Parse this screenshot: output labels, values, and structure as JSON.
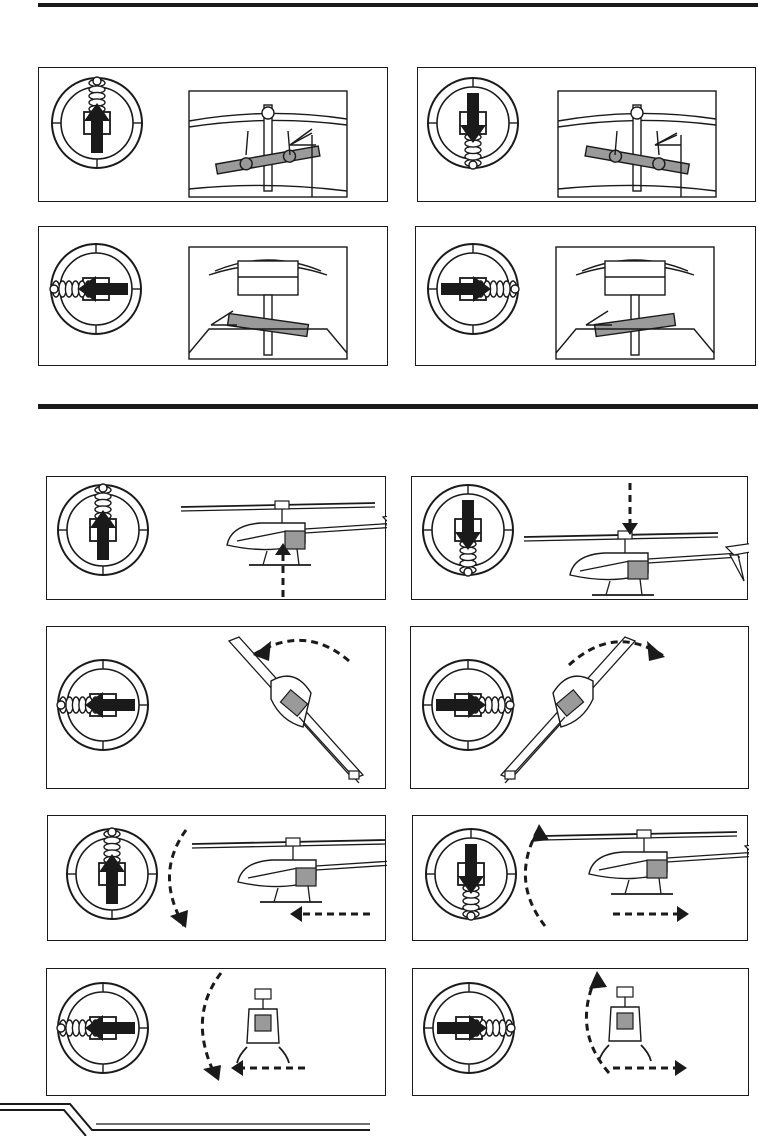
{
  "colors": {
    "ink": "#1a1a1a",
    "stick_fill": "#ffffff",
    "part_fill": "#9a9a9a"
  },
  "sections": [
    {
      "name": "swashplate-test",
      "panels": [
        {
          "id": "swash-elevator-up",
          "stick": "up",
          "motion": "tilt-forward",
          "view": "side-head"
        },
        {
          "id": "swash-elevator-down",
          "stick": "down",
          "motion": "tilt-back",
          "view": "side-head"
        },
        {
          "id": "swash-aileron-left",
          "stick": "left",
          "motion": "tilt-left",
          "view": "front-head"
        },
        {
          "id": "swash-aileron-right",
          "stick": "right",
          "motion": "tilt-right",
          "view": "front-head"
        }
      ]
    },
    {
      "name": "flight-controls",
      "panels": [
        {
          "id": "throttle-up",
          "stick": "up",
          "motion": "climb",
          "view": "side-heli"
        },
        {
          "id": "throttle-down",
          "stick": "down",
          "motion": "descend",
          "view": "side-heli"
        },
        {
          "id": "rudder-left",
          "stick": "left",
          "motion": "yaw-left",
          "view": "top-heli"
        },
        {
          "id": "rudder-right",
          "stick": "right",
          "motion": "yaw-right",
          "view": "top-heli"
        },
        {
          "id": "elevator-up",
          "stick": "up",
          "motion": "pitch-forward",
          "view": "side-heli"
        },
        {
          "id": "elevator-down",
          "stick": "down",
          "motion": "pitch-back",
          "view": "side-heli"
        },
        {
          "id": "aileron-left",
          "stick": "left",
          "motion": "roll-left",
          "view": "front-heli"
        },
        {
          "id": "aileron-right",
          "stick": "right",
          "motion": "roll-right",
          "view": "front-heli"
        }
      ]
    }
  ]
}
